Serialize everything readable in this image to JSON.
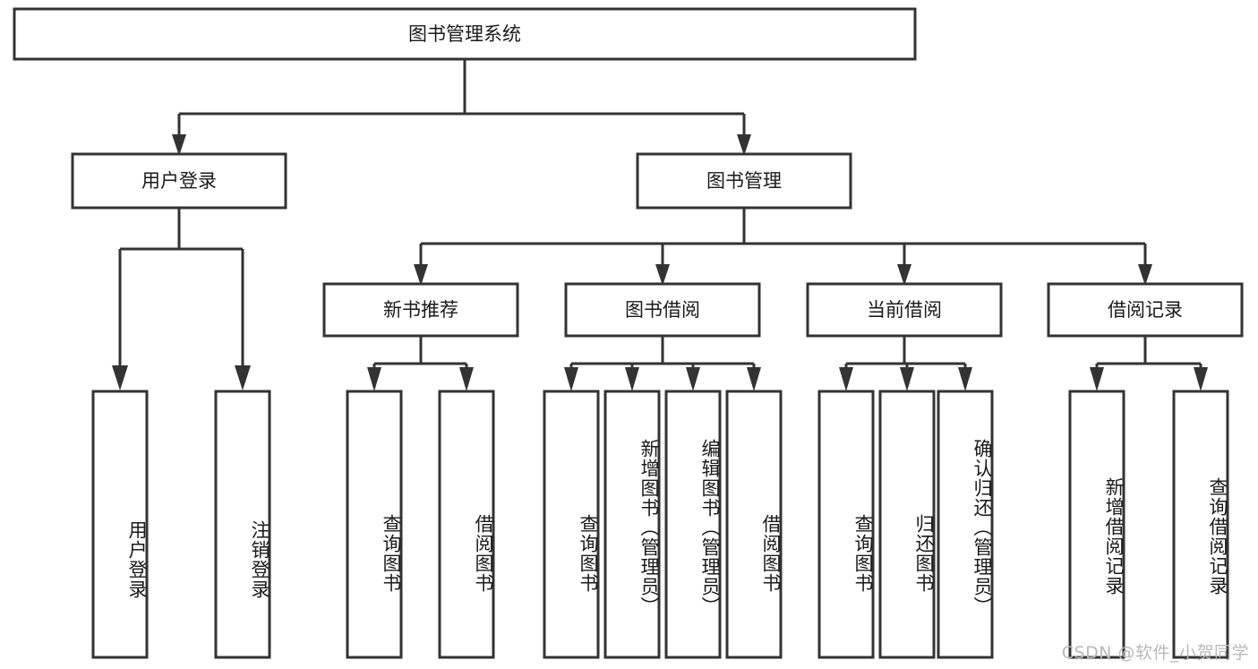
{
  "diagram": {
    "type": "tree-hierarchy-flowchart",
    "title": "图书管理系统",
    "root": {
      "id": "root",
      "label": "图书管理系统"
    },
    "level2": [
      {
        "id": "user-login",
        "label": "用户登录"
      },
      {
        "id": "book-management",
        "label": "图书管理"
      }
    ],
    "level3": [
      {
        "id": "new-book-recommend",
        "label": "新书推荐",
        "parent": "book-management"
      },
      {
        "id": "book-borrow",
        "label": "图书借阅",
        "parent": "book-management"
      },
      {
        "id": "current-borrow",
        "label": "当前借阅",
        "parent": "book-management"
      },
      {
        "id": "borrow-record",
        "label": "借阅记录",
        "parent": "book-management"
      }
    ],
    "leaves": [
      {
        "id": "leaf-user-login",
        "label": "用户登录",
        "parent": "user-login"
      },
      {
        "id": "leaf-logout-login",
        "label": "注销登录",
        "parent": "user-login"
      },
      {
        "id": "leaf-query-book-1",
        "label": "查询图书",
        "parent": "new-book-recommend"
      },
      {
        "id": "leaf-borrow-book-1",
        "label": "借阅图书",
        "parent": "new-book-recommend"
      },
      {
        "id": "leaf-query-book-2",
        "label": "查询图书",
        "parent": "book-borrow"
      },
      {
        "id": "leaf-add-book",
        "label": "新增图书（管理员）",
        "parent": "book-borrow"
      },
      {
        "id": "leaf-edit-book",
        "label": "编辑图书（管理员）",
        "parent": "book-borrow"
      },
      {
        "id": "leaf-borrow-book-2",
        "label": "借阅图书",
        "parent": "book-borrow"
      },
      {
        "id": "leaf-query-book-3",
        "label": "查询图书",
        "parent": "current-borrow"
      },
      {
        "id": "leaf-return-book",
        "label": "归还图书",
        "parent": "current-borrow"
      },
      {
        "id": "leaf-confirm-return",
        "label": "确认归还（管理员）",
        "parent": "current-borrow"
      },
      {
        "id": "leaf-add-borrow-record",
        "label": "新增借阅记录",
        "parent": "borrow-record"
      },
      {
        "id": "leaf-query-borrow-record",
        "label": "查询借阅记录",
        "parent": "borrow-record"
      }
    ],
    "watermark": "CSDN @软件_小贺同学",
    "colors": {
      "stroke": "#333333",
      "box_fill": "#ffffff",
      "text": "#1a1a1a",
      "background": "#ffffff",
      "watermark": "#b9b9b9"
    }
  }
}
